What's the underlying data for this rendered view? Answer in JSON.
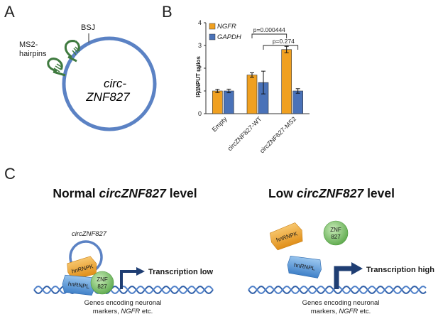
{
  "panel_a": {
    "letter": "A",
    "ms2_label_1": "MS2-",
    "ms2_label_2": "hairpins",
    "bsj_label": "BSJ",
    "circ_label_1": "circ-",
    "circ_label_2": "ZNF827"
  },
  "panel_b": {
    "letter": "B",
    "ylabel": "IP/INPUT ratios",
    "yticks": [
      "0",
      "1",
      "2",
      "3",
      "4"
    ],
    "legend": [
      "NGFR",
      "GAPDH"
    ],
    "pvalues": [
      "p=0.000444",
      "p=0.274"
    ]
  },
  "panel_c": {
    "letter": "C",
    "normal_pre": "Normal ",
    "normal_em": "circZNF827",
    "normal_post": " level",
    "low_pre": "Low ",
    "low_em": "circZNF827",
    "low_post": " level",
    "circ_tag": "circZNF827",
    "hnrnpk": "hnRNPK",
    "hnrnpl": "hnRNPL",
    "znf_1": "ZNF",
    "znf_2": "827",
    "transcription_low": "Transcription low",
    "transcription_high": "Transcription high",
    "genes_1": "Genes encoding neuronal",
    "genes_2_pre": "markers, ",
    "genes_2_em": "NGFR",
    "genes_2_post": " etc."
  },
  "colors": {
    "ngfr": "#F0A020",
    "gapdh": "#4A72B8",
    "circle": "#5B82C4",
    "hairpin": "#3F7A3F",
    "hnrnpk": "#F2A632",
    "hnrnpl": "#5D9CD8",
    "znf": "#7CC068",
    "dna": "#2F5FA8",
    "arrow": "#1F3E73"
  },
  "chart_data": {
    "type": "bar",
    "categories": [
      "Empty",
      "circZNF827-WT",
      "circZNF827-MS2"
    ],
    "series": [
      {
        "name": "NGFR",
        "values": [
          1.0,
          1.7,
          2.82
        ],
        "errors": [
          0.07,
          0.1,
          0.14
        ]
      },
      {
        "name": "GAPDH",
        "values": [
          1.0,
          1.37,
          1.0
        ],
        "errors": [
          0.08,
          0.5,
          0.1
        ]
      }
    ],
    "xlabel": "",
    "ylabel": "IP/INPUT ratios",
    "ylim": [
      0,
      4
    ],
    "legend_position": "top-left"
  }
}
